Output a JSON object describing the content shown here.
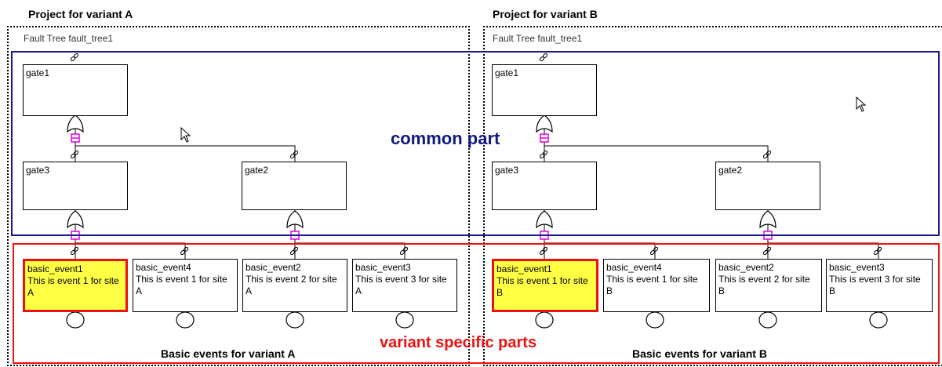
{
  "projects": [
    {
      "title": "Project for variant A",
      "fault_tree_label": "Fault Tree fault_tree1",
      "gates": [
        "gate1",
        "gate3",
        "gate2"
      ],
      "events": [
        {
          "name": "basic_event1",
          "description": "This is event 1 for site A"
        },
        {
          "name": "basic_event4",
          "description": "This is event 1 for site A"
        },
        {
          "name": "basic_event2",
          "description": "This is event 2 for site A"
        },
        {
          "name": "basic_event3",
          "description": "This is event 3 for site A"
        }
      ],
      "basic_events_label": "Basic events for variant A"
    },
    {
      "title": "Project for variant B",
      "fault_tree_label": "Fault Tree fault_tree1",
      "gates": [
        "gate1",
        "gate3",
        "gate2"
      ],
      "events": [
        {
          "name": "basic_event1",
          "description": "This is event 1 for site B"
        },
        {
          "name": "basic_event4",
          "description": "This is event 1 for site B"
        },
        {
          "name": "basic_event2",
          "description": "This is event 2 for site B"
        },
        {
          "name": "basic_event3",
          "description": "This is event 3 for site B"
        }
      ],
      "basic_events_label": "Basic events for variant B"
    }
  ],
  "labels": {
    "common_part": "common part",
    "variant_specific": "variant specific parts"
  },
  "colors": {
    "common_frame": "#1a1a8c",
    "variant_frame": "#ee1111",
    "highlight_fill": "#ffff44",
    "connector": "#e000e0"
  }
}
